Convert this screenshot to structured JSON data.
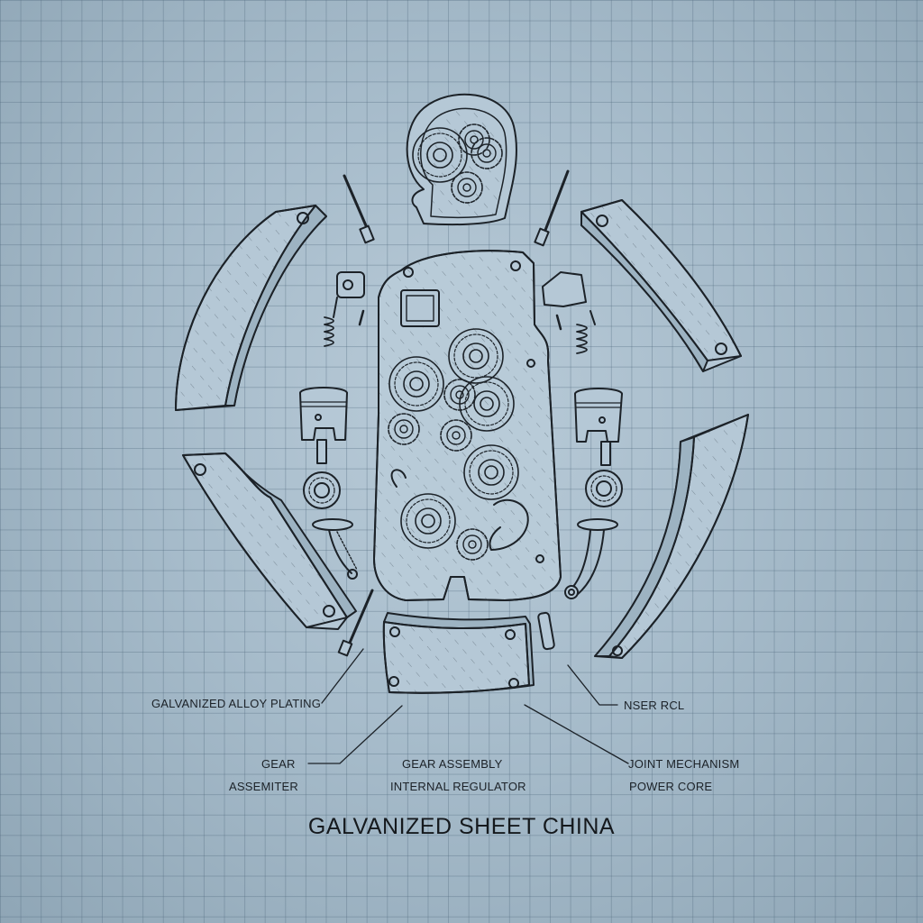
{
  "diagram": {
    "title": "GALVANIZED SHEET CHINA",
    "style": "blueprint exploded-view sketch on grid paper",
    "colors": {
      "background": "#a9bdcc",
      "grid_line": "#7f97a8",
      "ink": "#1c2228",
      "part_fill": "#b7cad7"
    },
    "labels": [
      {
        "id": "galvanized-alloy-plating",
        "text": "GALVANIZED ALLOY PLATING"
      },
      {
        "id": "nser-rcl",
        "text": "NSER RCL"
      },
      {
        "id": "gear",
        "text": "GEAR"
      },
      {
        "id": "assemiter",
        "text": "ASSEMITER"
      },
      {
        "id": "gear-assembly",
        "text": "GEAR ASSEMBLY"
      },
      {
        "id": "internal-regulator",
        "text": "INTERNAL REGULATOR"
      },
      {
        "id": "joint-mechanism",
        "text": "JOINT MECHANISM"
      },
      {
        "id": "power-core",
        "text": "POWER CORE"
      }
    ],
    "parts": [
      {
        "name": "head-gear-housing",
        "icon": "head-gears-icon"
      },
      {
        "name": "torso-gear-panel",
        "icon": "torso-gears-icon"
      },
      {
        "name": "left-upper-curved-plate",
        "icon": "curved-plate-icon"
      },
      {
        "name": "right-upper-curved-plate",
        "icon": "curved-plate-icon"
      },
      {
        "name": "left-lower-curved-plate",
        "icon": "curved-plate-icon"
      },
      {
        "name": "right-lower-curved-plate",
        "icon": "curved-plate-icon"
      },
      {
        "name": "bottom-rectangular-plate",
        "icon": "flat-plate-icon"
      },
      {
        "name": "left-bolt-upper",
        "icon": "bolt-icon"
      },
      {
        "name": "right-bolt-upper",
        "icon": "bolt-icon"
      },
      {
        "name": "left-bolt-lower",
        "icon": "bolt-icon"
      },
      {
        "name": "right-pin-lower",
        "icon": "pin-icon"
      },
      {
        "name": "left-actuator-spring",
        "icon": "spring-icon"
      },
      {
        "name": "right-actuator-spring",
        "icon": "spring-icon"
      },
      {
        "name": "left-piston",
        "icon": "piston-icon"
      },
      {
        "name": "right-piston",
        "icon": "piston-icon"
      },
      {
        "name": "left-bearing",
        "icon": "bearing-icon"
      },
      {
        "name": "right-bearing",
        "icon": "bearing-icon"
      },
      {
        "name": "left-joint-arm",
        "icon": "joint-arm-icon"
      },
      {
        "name": "right-joint-arm",
        "icon": "joint-arm-icon"
      }
    ]
  }
}
